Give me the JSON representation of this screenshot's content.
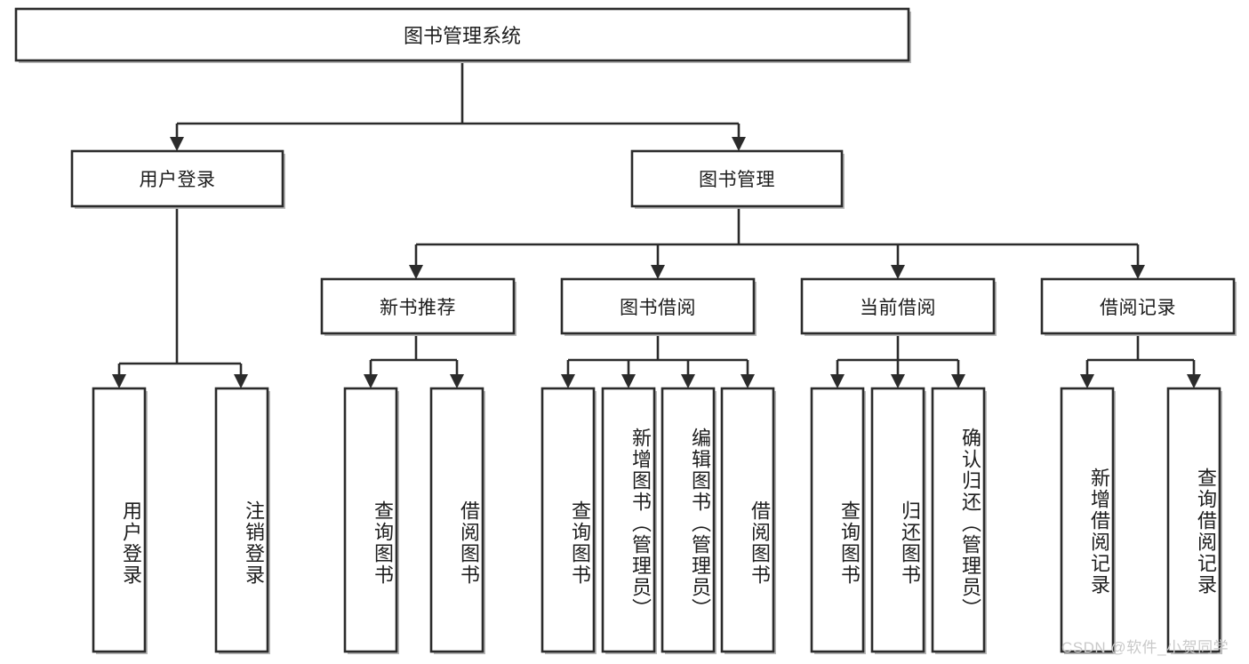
{
  "diagram": {
    "title": "图书管理系统",
    "type": "tree-hierarchy-diagram",
    "colors": {
      "box_stroke": "#2b2b2b",
      "box_fill": "#ffffff",
      "link": "#2b2b2b",
      "text": "#1d1d1d",
      "watermark": "#c9c9c9"
    },
    "root": {
      "label": "图书管理系统"
    },
    "level2": [
      {
        "label": "用户登录"
      },
      {
        "label": "图书管理"
      }
    ],
    "level3": [
      {
        "label": "新书推荐"
      },
      {
        "label": "图书借阅"
      },
      {
        "label": "当前借阅"
      },
      {
        "label": "借阅记录"
      }
    ],
    "leaves": {
      "user_login": [
        {
          "label": "用户登录"
        },
        {
          "label": "注销登录"
        }
      ],
      "new_book_recommend": [
        {
          "label": "查询图书"
        },
        {
          "label": "借阅图书"
        }
      ],
      "book_borrow": [
        {
          "label": "查询图书"
        },
        {
          "label": "新增图书（管理员）"
        },
        {
          "label": "编辑图书（管理员）"
        },
        {
          "label": "借阅图书"
        }
      ],
      "current_borrow": [
        {
          "label": "查询图书"
        },
        {
          "label": "归还图书"
        },
        {
          "label": "确认归还（管理员）"
        }
      ],
      "borrow_record": [
        {
          "label": "新增借阅记录"
        },
        {
          "label": "查询借阅记录"
        }
      ]
    },
    "watermark": "CSDN @软件_小贺同学"
  }
}
